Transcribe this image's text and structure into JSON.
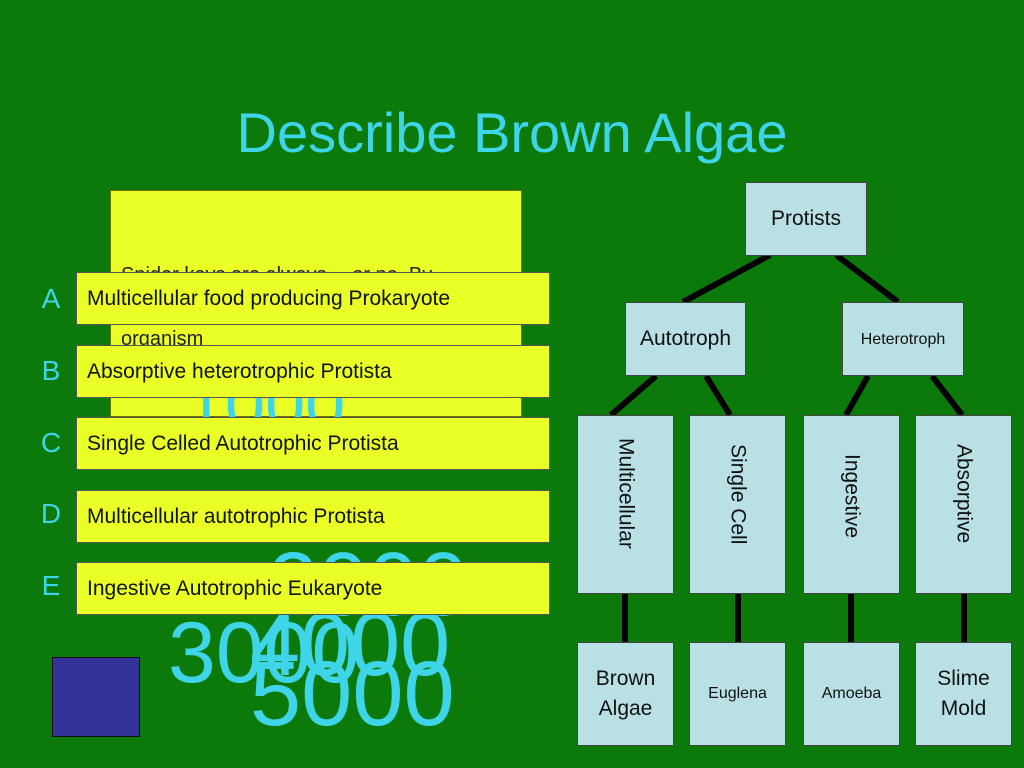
{
  "title": "Describe Brown Algae",
  "hint": {
    "text": "Spider keys are always… or no. By reading the choices … characteristics … organism"
  },
  "big_numbers": [
    "1000",
    "2000",
    "3000",
    "4000",
    "5000"
  ],
  "answers": [
    {
      "letter": "A",
      "text": "Multicellular food producing Prokaryote"
    },
    {
      "letter": "B",
      "text": "Absorptive heterotrophic Protista"
    },
    {
      "letter": "C",
      "text": "Single Celled Autotrophic Protista"
    },
    {
      "letter": "D",
      "text": "Multicellular autotrophic Protista"
    },
    {
      "letter": "E",
      "text": "Ingestive Autotrophic Eukaryote"
    }
  ],
  "tree": {
    "root": "Protists",
    "level1": [
      "Autotroph",
      "Heterotroph"
    ],
    "level2": [
      "Multicellular",
      "Single Cell",
      "Ingestive",
      "Absorptive"
    ],
    "leaves": [
      "Brown Algae",
      "Euglena",
      "Amoeba",
      "Slime Mold"
    ]
  },
  "colors": {
    "background": "#0b7a0b",
    "title": "#3fd5e8",
    "answer_box": "#eaff26",
    "node_fill": "#b9e0e4",
    "square": "#333399"
  }
}
